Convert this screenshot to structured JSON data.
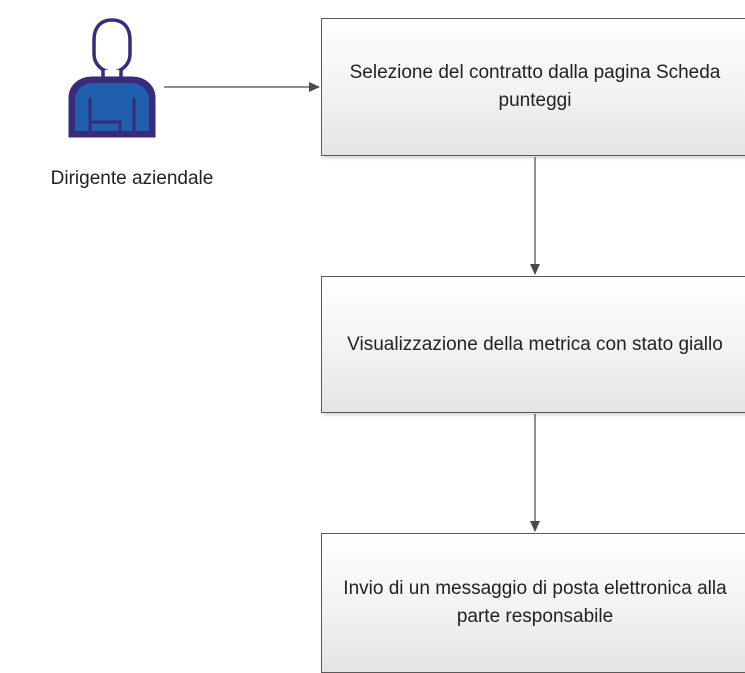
{
  "actor": {
    "label": "Dirigente aziendale",
    "icon": "person-icon",
    "colors": {
      "outline": "#3b2a7a",
      "body": "#1f5fae"
    }
  },
  "steps": [
    {
      "text": "Selezione del contratto dalla pagina Scheda punteggi"
    },
    {
      "text": "Visualizzazione della metrica con stato giallo"
    },
    {
      "text": "Invio di un messaggio di posta elettronica alla parte responsabile"
    }
  ],
  "connectors": [
    {
      "from": "actor",
      "to": "step-1"
    },
    {
      "from": "step-1",
      "to": "step-2"
    },
    {
      "from": "step-2",
      "to": "step-3"
    }
  ]
}
